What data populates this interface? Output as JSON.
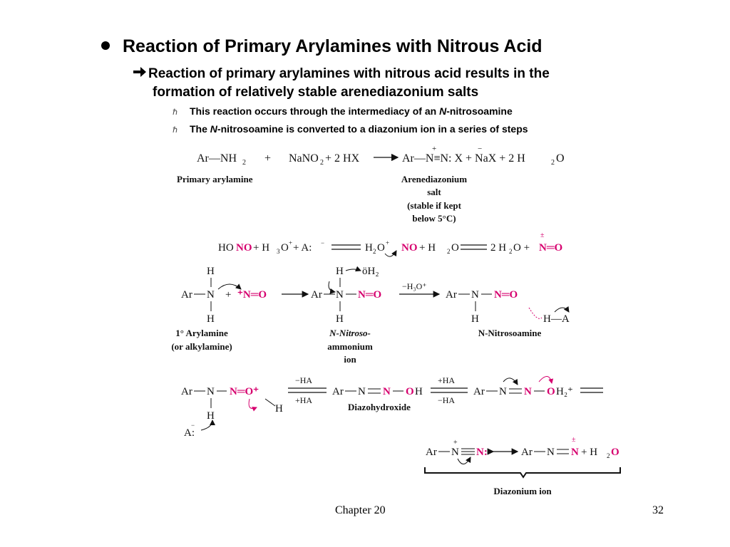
{
  "heading": {
    "title": "Reaction of Primary Arylamines with Nitrous Acid",
    "subpoint_line1": "Reaction of primary arylamines with nitrous acid results in the",
    "subpoint_line2": "formation of relatively stable arenediazonium salts",
    "bullet3_text": "This reaction occurs through the intermediacy of an ",
    "bullet3_italic": "N",
    "bullet3_tail": "-nitrosoamine",
    "bullet4_pre": "The ",
    "bullet4_italic": "N",
    "bullet4_tail": "-nitrosoamine  is converted to a diazonium ion in a series of steps"
  },
  "scheme": {
    "overall": {
      "reactant": "Ar—NH",
      "reactant_sub": "2",
      "plus": "+",
      "reagent": "NaNO",
      "reagent_sub": "2",
      "reagent2": " + 2 HX",
      "product": "Ar—N≡N:  X  + NaX + 2 H",
      "product_sub": "2",
      "product_tail": "O",
      "label_left": "Primary arylamine",
      "label_right_1": "Arenediazonium",
      "label_right_2": "salt",
      "label_right_3": "(stable if kept",
      "label_right_4": "below 5°C)"
    },
    "step1": {
      "a": "HO",
      "a_no": "NO",
      "b": " + H",
      "b_sub": "3",
      "b_tail": "O",
      "b_sup": "+",
      "c": " + A:",
      "c_sup": "−",
      "d": "H",
      "d_sub": "2",
      "d_tail": "O",
      "d_sup": "+",
      "d_no": "NO",
      "e": " + H",
      "e_sub": "2",
      "e_tail": "O",
      "f": "2 H",
      "f_sub": "2",
      "f_tail": "O + ",
      "f_no": "N═O"
    },
    "step2": {
      "left_label_1": "1° Arylamine",
      "left_label_2": "(or alkylamine)",
      "mid_label_1": "N-Nitroso-",
      "mid_label_2": "ammonium",
      "mid_label_3": "ion",
      "right_label": "N-Nitrosoamine",
      "reagent": "−H₃O⁺",
      "h": "H",
      "oh2": "öH₂",
      "ha": "H—A"
    },
    "step3": {
      "minus_ha": "−HA",
      "plus_ha": "+HA",
      "plus_ha2": "+HA",
      "minus_ha2": "−HA",
      "label": "Diazohydroxide",
      "a_minus": "A:"
    },
    "step4": {
      "label": "Diazonium ion",
      "right_tail": " + H",
      "right_sub": "2",
      "right_o": "O"
    }
  },
  "footer": {
    "chapter": "Chapter 20",
    "page": "32"
  },
  "colors": {
    "accent": "#d6006e",
    "text": "#000000"
  }
}
